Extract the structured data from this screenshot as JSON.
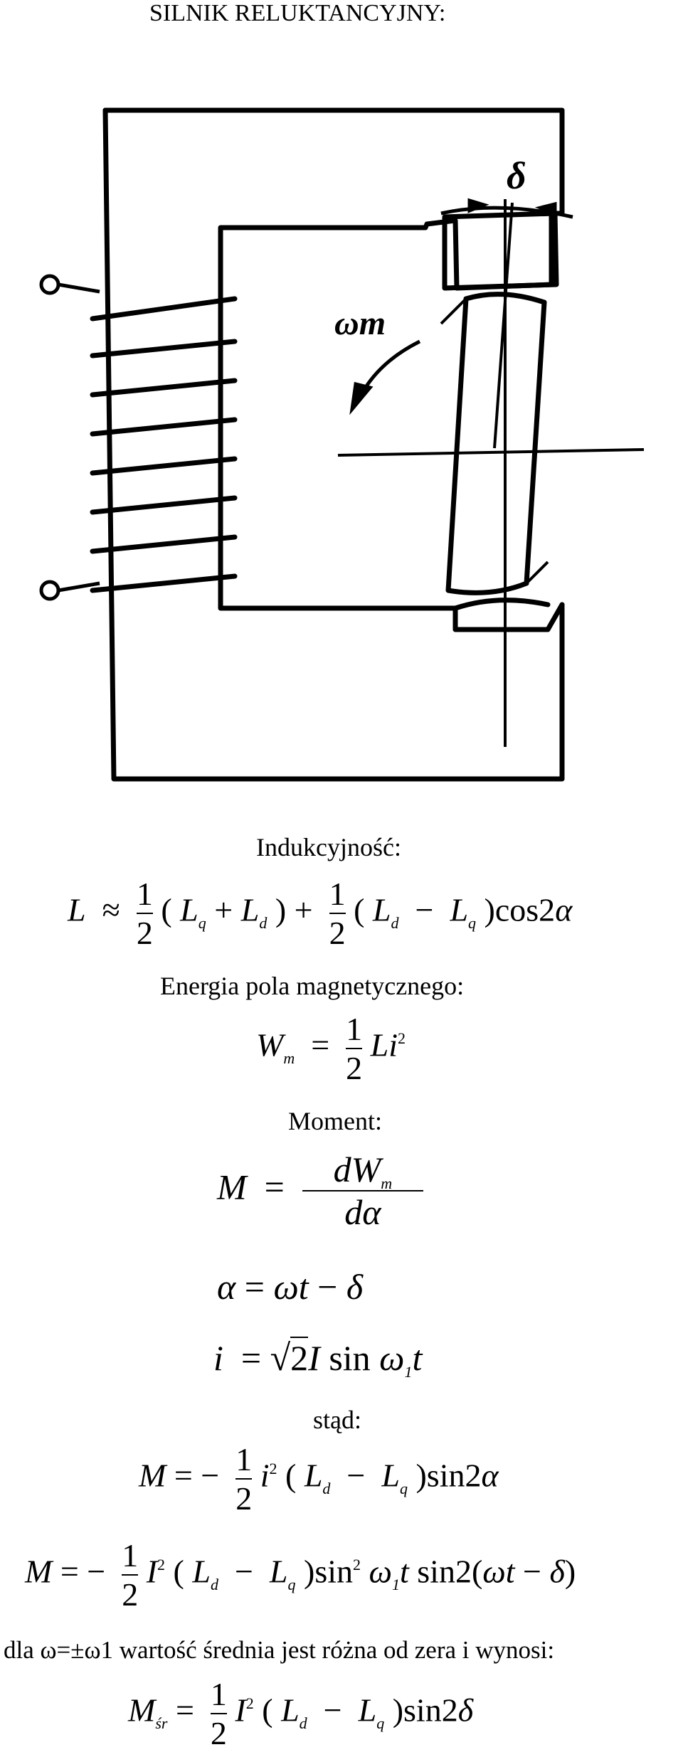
{
  "title": "SILNIK RELUKTANCYJNY:",
  "diagram": {
    "delta_symbol": "δ",
    "omega_symbol": "ωm"
  },
  "labels": {
    "inductance": "Indukcyjność:",
    "energy": "Energia pola magnetycznego:",
    "torque": "Moment:",
    "hence": "stąd:",
    "footnote": "dla ω=±ω1 wartość średnia jest różna od zera i wynosi:"
  },
  "equations": {
    "inductance": "L ≈ 1/2 (Lq + Ld) + 1/2 (Ld − Lq) cos2α",
    "energy": "Wm = 1/2 Li²",
    "torque_def": "M = dWm / dα",
    "alpha": "α = ωt − δ",
    "current": "i = √2 I sin ω1 t",
    "torque_i": "M = −1/2 i² (Ld − Lq) sin2α",
    "torque_I": "M = −1/2 I² (Ld − Lq) sin² ω1 t sin2(ωt − δ)",
    "torque_avg": "Mśr = 1/2 I² (Ld − Lq) sin2δ"
  }
}
